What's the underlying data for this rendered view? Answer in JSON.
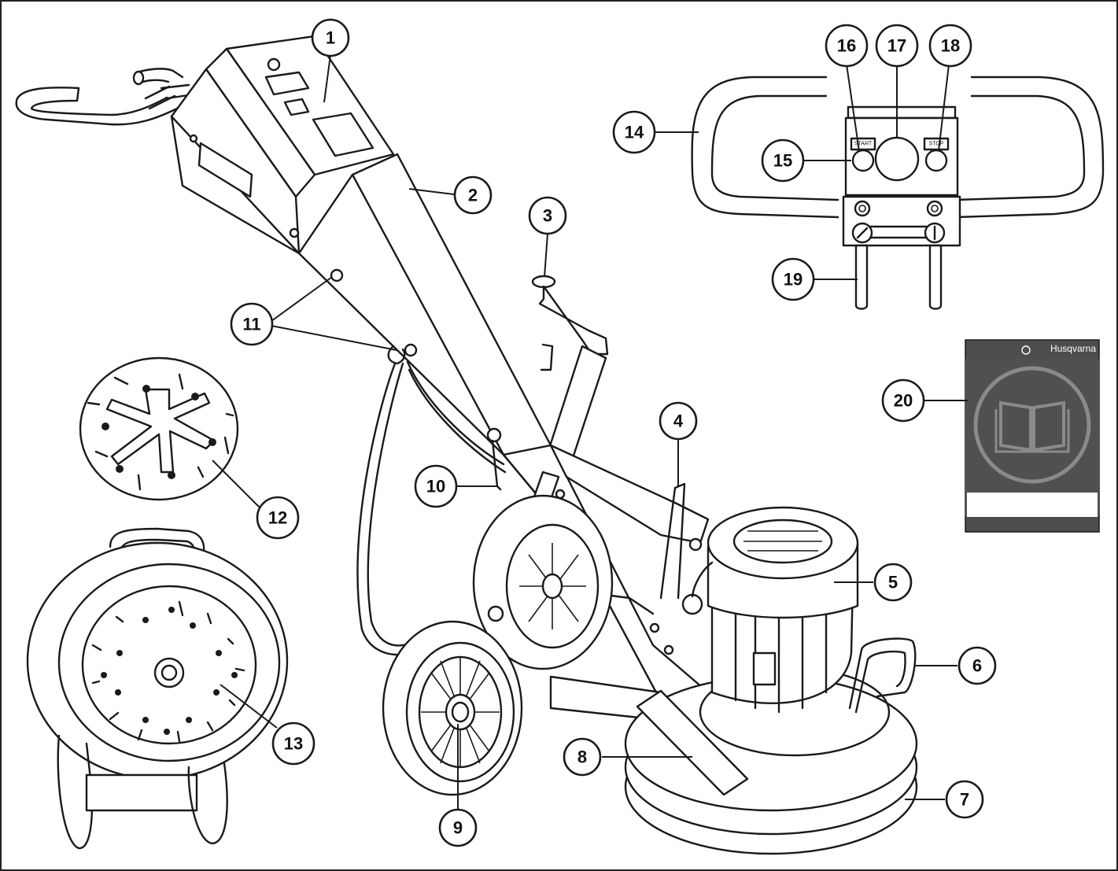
{
  "manual": {
    "brand": "Husqvarna",
    "icon": "open-book-icon",
    "cover_color": "#4d4d4f"
  },
  "panel": {
    "start_label": "START",
    "stop_label": "STOP"
  },
  "callouts": [
    {
      "id": "callout-1",
      "label": "1"
    },
    {
      "id": "callout-2",
      "label": "2"
    },
    {
      "id": "callout-3",
      "label": "3"
    },
    {
      "id": "callout-4",
      "label": "4"
    },
    {
      "id": "callout-5",
      "label": "5"
    },
    {
      "id": "callout-6",
      "label": "6"
    },
    {
      "id": "callout-7",
      "label": "7"
    },
    {
      "id": "callout-8",
      "label": "8"
    },
    {
      "id": "callout-9",
      "label": "9"
    },
    {
      "id": "callout-10",
      "label": "10"
    },
    {
      "id": "callout-11",
      "label": "11"
    },
    {
      "id": "callout-12",
      "label": "12"
    },
    {
      "id": "callout-13",
      "label": "13"
    },
    {
      "id": "callout-14",
      "label": "14"
    },
    {
      "id": "callout-15",
      "label": "15"
    },
    {
      "id": "callout-16",
      "label": "16"
    },
    {
      "id": "callout-17",
      "label": "17"
    },
    {
      "id": "callout-18",
      "label": "18"
    },
    {
      "id": "callout-19",
      "label": "19"
    },
    {
      "id": "callout-20",
      "label": "20"
    }
  ]
}
